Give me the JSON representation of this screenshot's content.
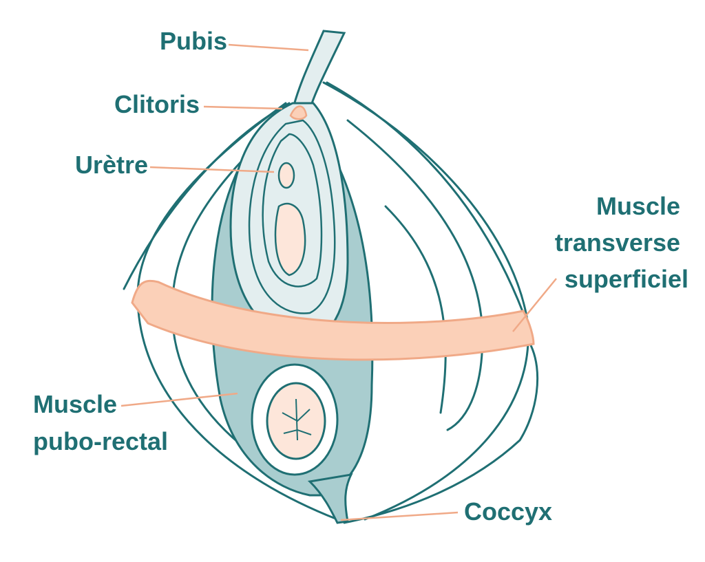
{
  "labels": {
    "pubis": "Pubis",
    "clitoris": "Clitoris",
    "uretre": "Urètre",
    "transverse_line1": "Muscle",
    "transverse_line2": "transverse",
    "transverse_line3": "superficiel",
    "puborectal_line1": "Muscle",
    "puborectal_line2": "pubo-rectal",
    "coccyx": "Coccyx"
  },
  "colors": {
    "outline": "#1f6f73",
    "label_text": "#1f6f73",
    "leader_line": "#f0a987",
    "transverse_fill": "#fbd0b8",
    "transverse_stroke": "#f0a987",
    "puborectal_fill": "#a9cdcf",
    "vulva_fill": "#e3eeef",
    "inner_fill": "#fde6da"
  }
}
